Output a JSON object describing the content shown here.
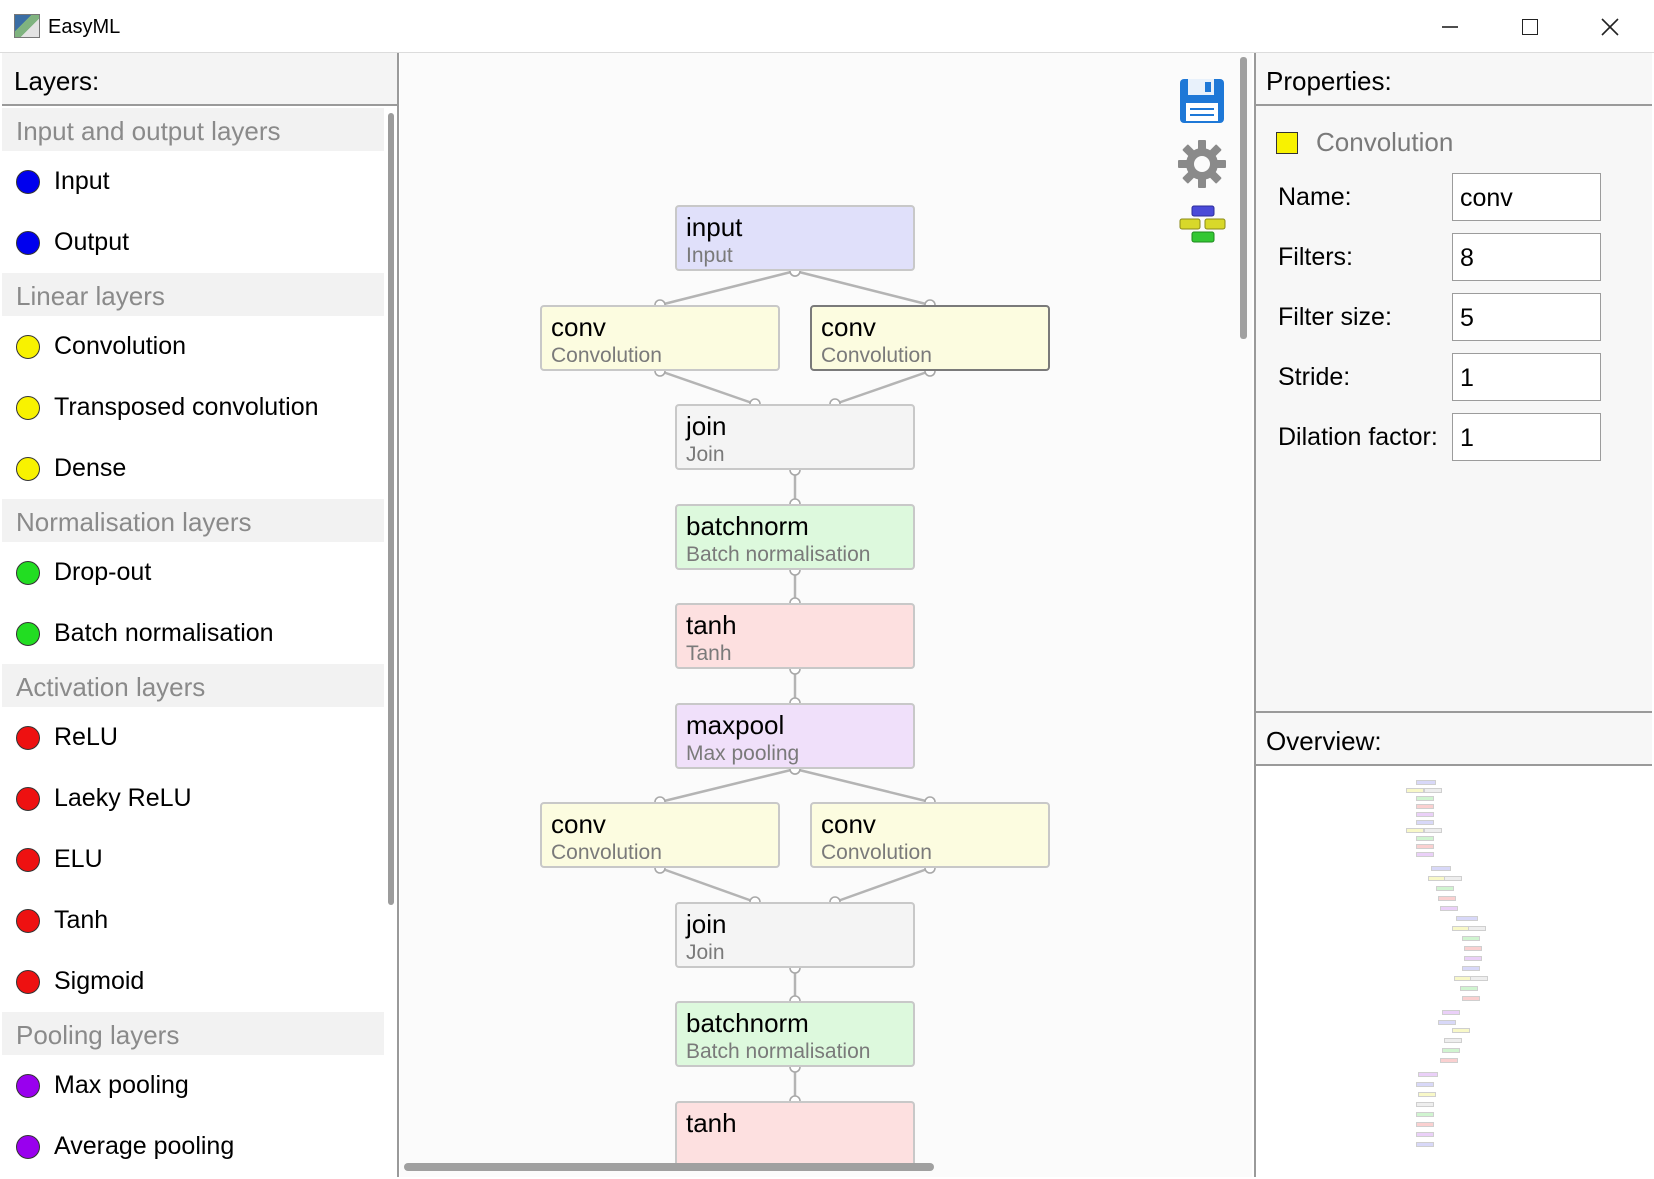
{
  "window": {
    "title": "EasyML"
  },
  "layers_panel": {
    "title": "Layers:",
    "groups": [
      {
        "label": "Input and output layers",
        "items": [
          {
            "label": "Input",
            "color": "#0000ee"
          },
          {
            "label": "Output",
            "color": "#0000ee"
          }
        ]
      },
      {
        "label": "Linear layers",
        "items": [
          {
            "label": "Convolution",
            "color": "#f8f200"
          },
          {
            "label": "Transposed convolution",
            "color": "#f8f200"
          },
          {
            "label": "Dense",
            "color": "#f8f200"
          }
        ]
      },
      {
        "label": "Normalisation layers",
        "items": [
          {
            "label": "Drop-out",
            "color": "#22dd22"
          },
          {
            "label": "Batch normalisation",
            "color": "#22dd22"
          }
        ]
      },
      {
        "label": "Activation layers",
        "items": [
          {
            "label": "ReLU",
            "color": "#ee1111"
          },
          {
            "label": "Laeky ReLU",
            "color": "#ee1111"
          },
          {
            "label": "ELU",
            "color": "#ee1111"
          },
          {
            "label": "Tanh",
            "color": "#ee1111"
          },
          {
            "label": "Sigmoid",
            "color": "#ee1111"
          }
        ]
      },
      {
        "label": "Pooling layers",
        "items": [
          {
            "label": "Max pooling",
            "color": "#9900ee"
          },
          {
            "label": "Average pooling",
            "color": "#9900ee"
          }
        ]
      }
    ]
  },
  "toolbar": {
    "save_icon": "floppy-disk-icon",
    "settings_icon": "gear-icon",
    "layout_icon": "arrange-layers-icon"
  },
  "graph": {
    "nodes": [
      {
        "name": "input",
        "type": "Input",
        "fill": "#e0e0fa"
      },
      {
        "name": "conv",
        "type": "Convolution",
        "fill": "#fcfce0"
      },
      {
        "name": "conv",
        "type": "Convolution",
        "fill": "#fcfce0",
        "selected": true
      },
      {
        "name": "join",
        "type": "Join",
        "fill": "#f4f4f4"
      },
      {
        "name": "batchnorm",
        "type": "Batch normalisation",
        "fill": "#ddf9dd"
      },
      {
        "name": "tanh",
        "type": "Tanh",
        "fill": "#fde0e0"
      },
      {
        "name": "maxpool",
        "type": "Max pooling",
        "fill": "#f0e0fa"
      },
      {
        "name": "conv",
        "type": "Convolution",
        "fill": "#fcfce0"
      },
      {
        "name": "conv",
        "type": "Convolution",
        "fill": "#fcfce0"
      },
      {
        "name": "join",
        "type": "Join",
        "fill": "#f4f4f4"
      },
      {
        "name": "batchnorm",
        "type": "Batch normalisation",
        "fill": "#ddf9dd"
      },
      {
        "name": "tanh",
        "type": "",
        "fill": "#fde0e0"
      }
    ]
  },
  "properties": {
    "title": "Properties:",
    "layer_type": "Convolution",
    "layer_color": "#f8f200",
    "fields": [
      {
        "label": "Name:",
        "value": "conv"
      },
      {
        "label": "Filters:",
        "value": "8"
      },
      {
        "label": "Filter size:",
        "value": "5"
      },
      {
        "label": "Stride:",
        "value": "1"
      },
      {
        "label": "Dilation factor:",
        "value": "1"
      }
    ]
  },
  "overview": {
    "title": "Overview:"
  }
}
